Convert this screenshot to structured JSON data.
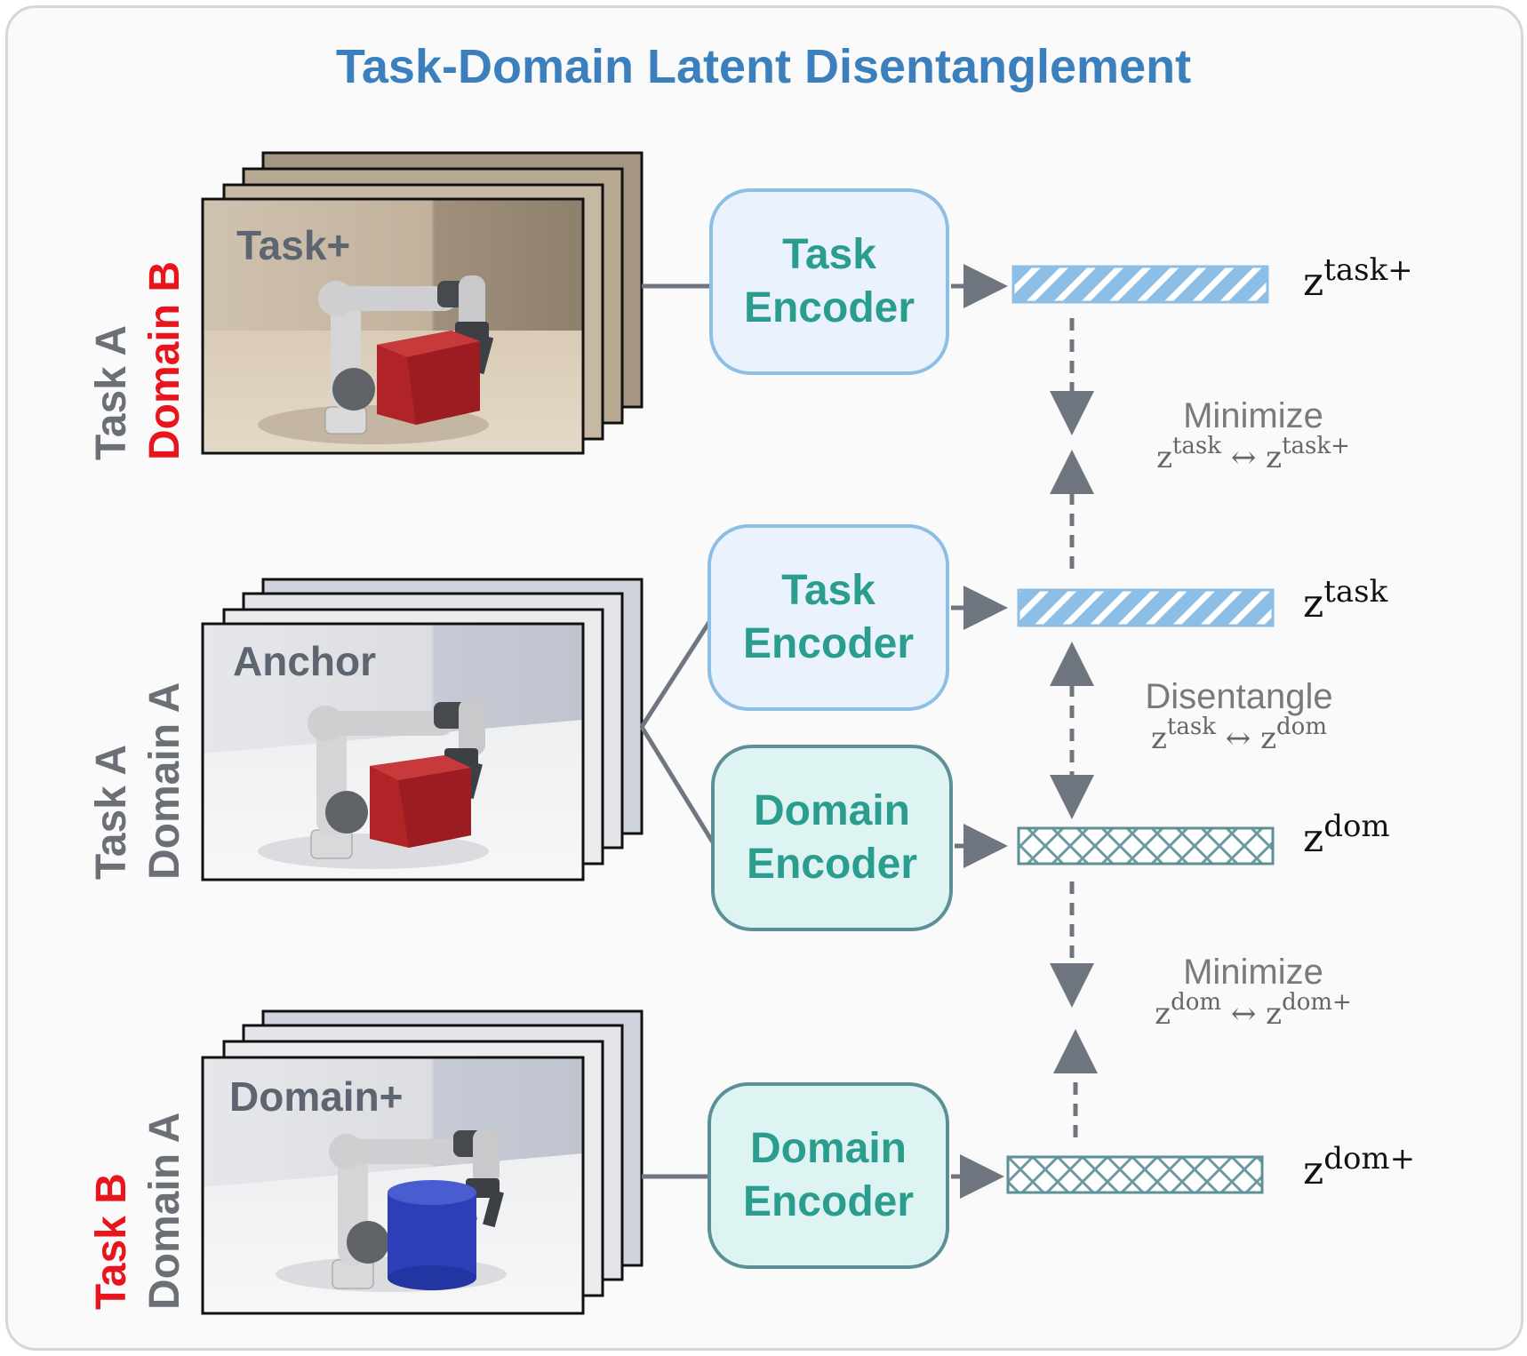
{
  "title": "Task-Domain Latent Disentanglement",
  "rows": [
    {
      "task_label": "Task A",
      "task_color": "#6b6f76",
      "domain_label": "Domain B",
      "domain_color": "#e8151c",
      "scene_label": "Task+",
      "encoder": "Task Encoder",
      "z_base": "z",
      "z_sup": "task+"
    },
    {
      "task_label": "Task A",
      "task_color": "#6b6f76",
      "domain_label": "Domain A",
      "domain_color": "#6b6f76",
      "scene_label": "Anchor"
    },
    {
      "task_label": "Task B",
      "task_color": "#e8151c",
      "domain_label": "Domain A",
      "domain_color": "#6b6f76",
      "scene_label": "Domain+",
      "encoder": "Domain Encoder",
      "z_base": "z",
      "z_sup": "dom+"
    }
  ],
  "anchor_encoders": [
    {
      "name": "Task Encoder",
      "z_base": "z",
      "z_sup": "task"
    },
    {
      "name": "Domain Encoder",
      "z_base": "z",
      "z_sup": "dom"
    }
  ],
  "losses": [
    {
      "head": "Minimize",
      "left_base": "z",
      "left_sup": "task",
      "arrow": "↔",
      "right_base": "z",
      "right_sup": "task+"
    },
    {
      "head": "Disentangle",
      "left_base": "z",
      "left_sup": "task",
      "arrow": "↔",
      "right_base": "z",
      "right_sup": "dom"
    },
    {
      "head": "Minimize",
      "left_base": "z",
      "left_sup": "dom",
      "arrow": "↔",
      "right_base": "z",
      "right_sup": "dom+"
    }
  ],
  "colors": {
    "title": "#3b80bd",
    "task_encoder_fill": "#eaf3fd",
    "domain_encoder_fill": "#def4f3",
    "encoder_text": "#2a9d8f",
    "task_latent": "#8dbfe6",
    "domain_latent": "#5d8f96",
    "red_block": "#b22a2a",
    "blue_cylinder": "#2c3fb8"
  }
}
